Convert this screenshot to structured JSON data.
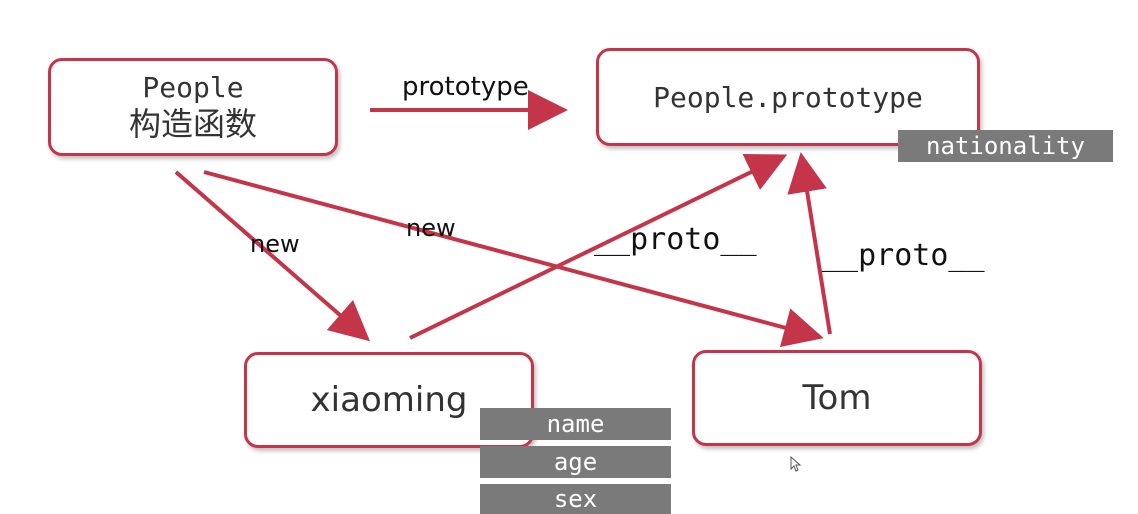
{
  "nodes": {
    "people_name": "People",
    "people_subtitle": "构造函数",
    "prototype_object": "People.prototype",
    "instance_xiaoming": "xiaoming",
    "instance_tom": "Tom"
  },
  "prototype_properties": [
    "nationality"
  ],
  "xiaoming_properties": [
    "name",
    "age",
    "sex"
  ],
  "edges": {
    "prototype_label": "prototype",
    "new_label_1": "new",
    "new_label_2": "new",
    "proto_label_1": "__proto__",
    "proto_label_2": "__proto__"
  },
  "colors": {
    "accent": "#c4354a",
    "property_bg": "#7a7a7a"
  },
  "icons": {
    "cursor": "mouse-pointer-icon"
  }
}
